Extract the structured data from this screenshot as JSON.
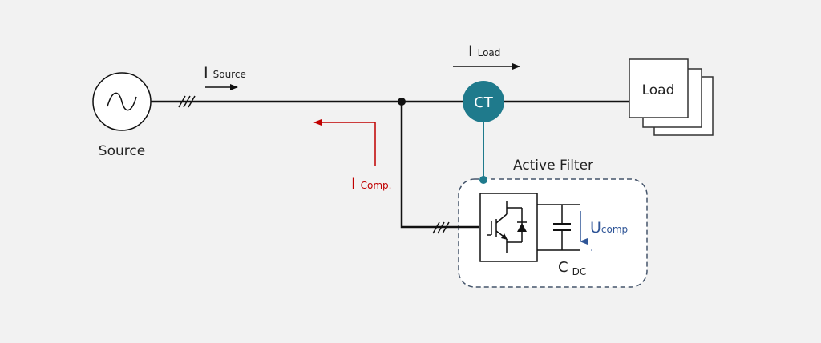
{
  "diagram": {
    "title": "Active power filter schematic",
    "colors": {
      "background": "#f2f2f2",
      "wire": "#111111",
      "ct_fill": "#1f7a8c",
      "compensation_current": "#c00000",
      "voltage_arrow": "#2f5597",
      "filter_border": "#44546a"
    },
    "source": {
      "label": "Source",
      "icon": "ac-sine-icon"
    },
    "currents": {
      "source": {
        "main": "I",
        "sub": "Source"
      },
      "load": {
        "main": "I",
        "sub": "Load"
      },
      "comp": {
        "main": "I",
        "sub": "Comp."
      }
    },
    "ct": {
      "label": "CT"
    },
    "load": {
      "label": "Load"
    },
    "filter": {
      "title": "Active Filter",
      "capacitor": {
        "main": "C",
        "sub": "DC"
      },
      "voltage": {
        "main": "U",
        "sub": "comp"
      }
    }
  }
}
